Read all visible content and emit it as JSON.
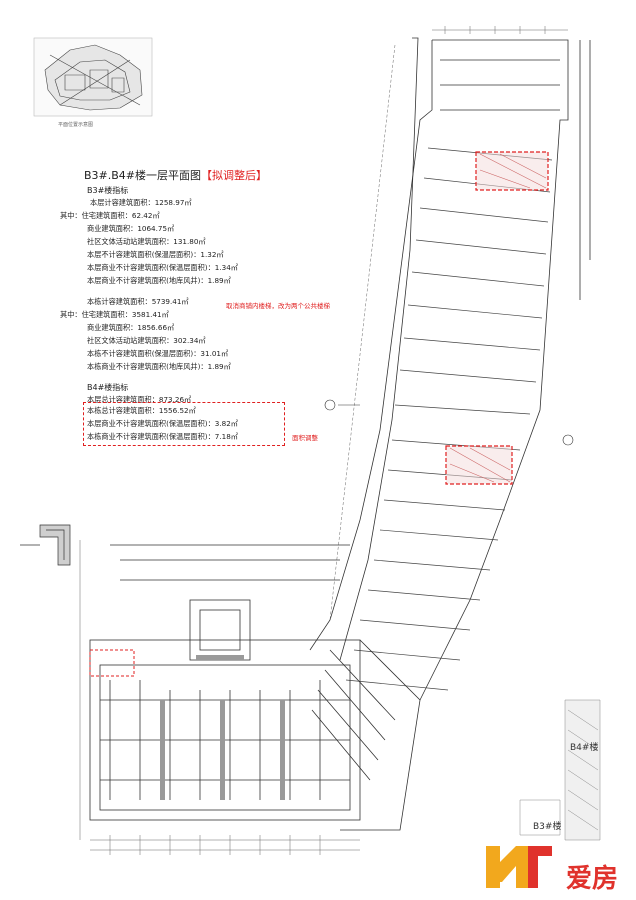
{
  "title": {
    "main": "B3#.B4#楼一层平面图",
    "tag": "【拟调整后】"
  },
  "keyplan_caption": "平面位置示意图",
  "b3": {
    "heading": "B3#楼指标",
    "lines": [
      "本层计容建筑面积：1258.97㎡",
      "其中：住宅建筑面积：62.42㎡",
      "商业建筑面积：1064.75㎡",
      "社区文体活动站建筑面积：131.80㎡",
      "本层不计容建筑面积(保温层面积)：1.32㎡",
      "本层商业不计容建筑面积(保温层面积)：1.34㎡",
      "本层商业不计容建筑面积(地库风井)：1.89㎡"
    ],
    "building_lines": [
      "本栋计容建筑面积：5739.41㎡",
      "其中：住宅建筑面积：3581.41㎡",
      "商业建筑面积：1856.66㎡",
      "社区文体活动站建筑面积：302.34㎡",
      "本栋不计容建筑面积(保温层面积)：31.01㎡",
      "本栋商业不计容建筑面积(地库风井)：1.89㎡"
    ]
  },
  "b4": {
    "heading": "B4#楼指标",
    "lines": [
      "本层总计容建筑面积：873.26㎡",
      "本栋总计容建筑面积：1556.52㎡",
      "本层商业不计容建筑面积(保温层面积)：3.82㎡",
      "本栋商业不计容建筑面积(保温层面积)：7.18㎡"
    ]
  },
  "notes": {
    "stair_note": "取消商铺内楼梯，改为两个公共楼梯",
    "area_note": "面积调整"
  },
  "building_labels": {
    "b4": "B4#楼",
    "b3": "B3#楼"
  },
  "logo": {
    "text": "爱房",
    "color": "#e0322c"
  },
  "colors": {
    "annotation_red": "#e02020",
    "line": "#333333"
  }
}
